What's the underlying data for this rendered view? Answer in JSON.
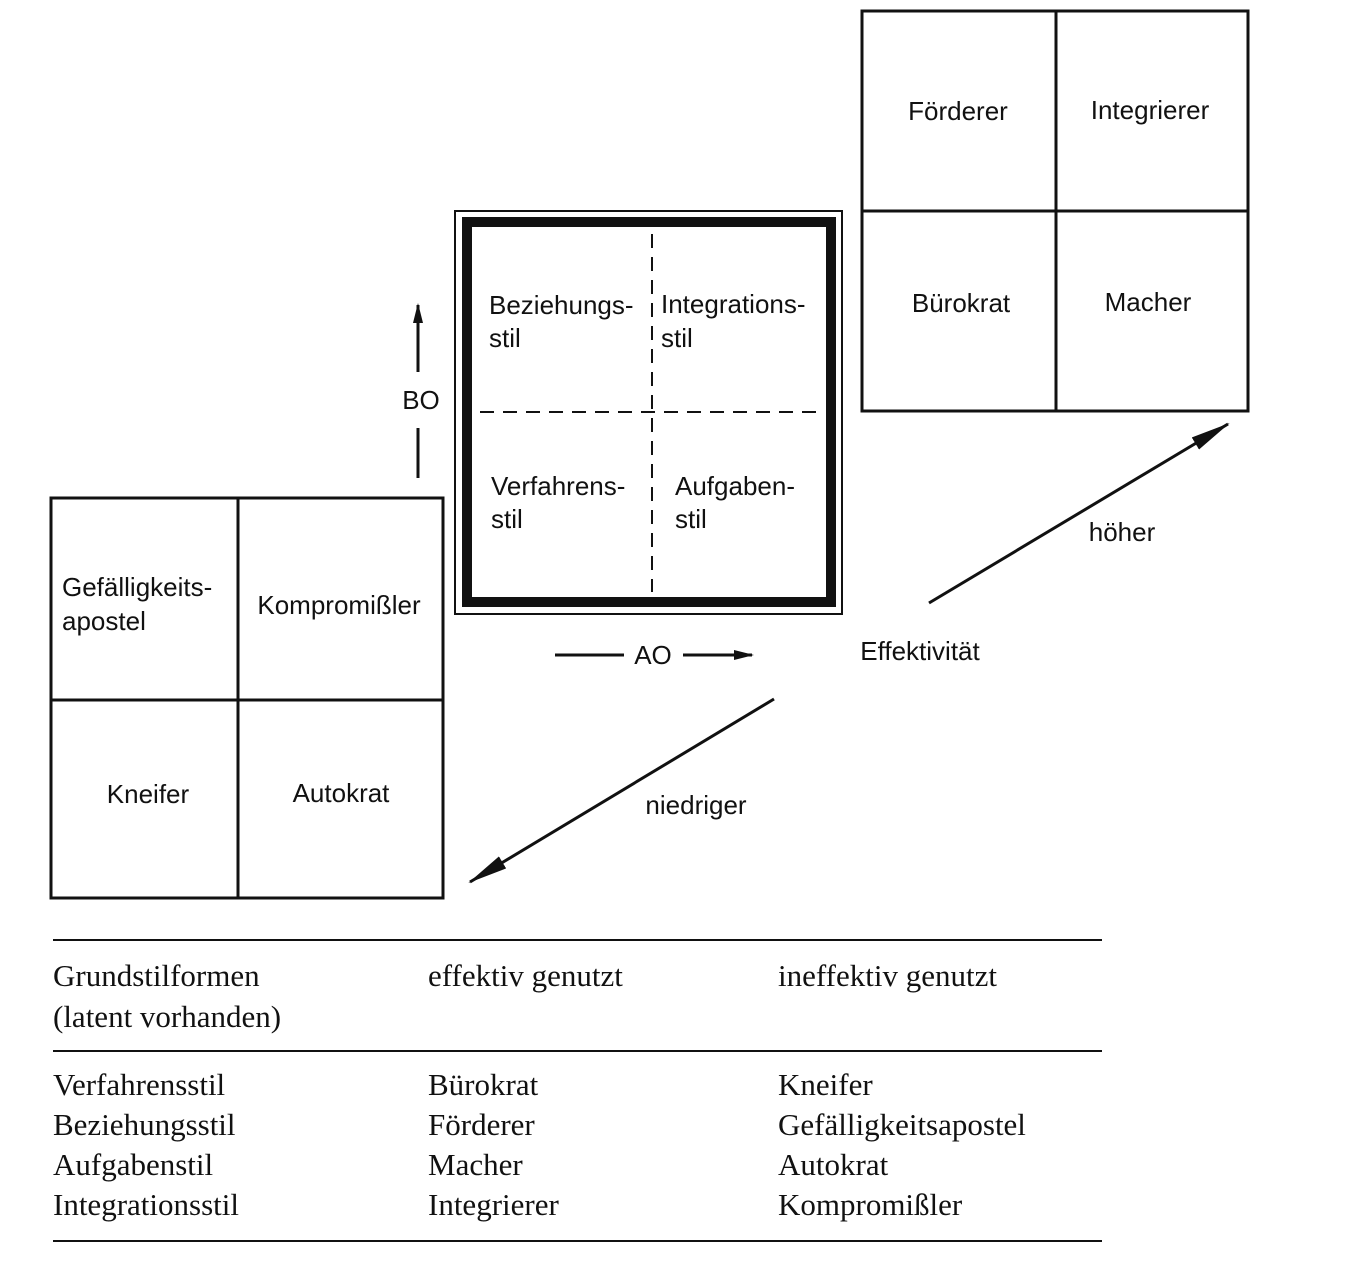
{
  "grids": {
    "effective": {
      "top_left": "Förderer",
      "top_right": "Integrierer",
      "bottom_left": "Bürokrat",
      "bottom_right": "Macher"
    },
    "basic": {
      "top_left": [
        "Beziehungs-",
        "stil"
      ],
      "top_right": [
        "Integrations-",
        "stil"
      ],
      "bottom_left": [
        "Verfahrens-",
        "stil"
      ],
      "bottom_right": [
        "Aufgaben-",
        "stil"
      ]
    },
    "ineffective": {
      "top_left": [
        "Gefälligkeits-",
        "apostel"
      ],
      "top_right": "Kompromißler",
      "bottom_left": "Kneifer",
      "bottom_right": "Autokrat"
    }
  },
  "axes": {
    "bo": "BO",
    "ao": "AO",
    "effectiveness": "Effektivität",
    "higher": "höher",
    "lower": "niedriger"
  },
  "table": {
    "headers": [
      [
        "Grundstilformen",
        "(latent vorhanden)"
      ],
      [
        "effektiv genutzt"
      ],
      [
        "ineffektiv genutzt"
      ]
    ],
    "rows": [
      [
        "Verfahrensstil",
        "Bürokrat",
        "Kneifer"
      ],
      [
        "Beziehungsstil",
        "Förderer",
        "Gefälligkeitsapostel"
      ],
      [
        "Aufgabenstil",
        "Macher",
        "Autokrat"
      ],
      [
        "Integrationsstil",
        "Integrierer",
        "Kompromißler"
      ]
    ]
  }
}
